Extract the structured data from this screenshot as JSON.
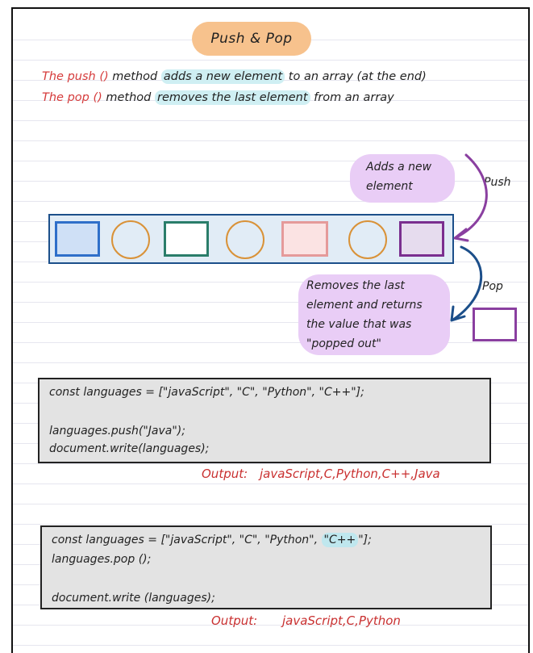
{
  "title": "Push & Pop",
  "definitions": {
    "push": {
      "name": "The push ()",
      "pre": "method",
      "highlight": "adds a new element",
      "post": "to an array (at the end)"
    },
    "pop": {
      "name": "The pop ()",
      "pre": "method",
      "highlight": "removes the last element",
      "post": "from an array"
    }
  },
  "diagram": {
    "push_note": [
      "Adds a new",
      "element"
    ],
    "push_label": "Push",
    "pop_note": [
      "Removes the last",
      "element and returns",
      "the value that was",
      "\"popped out\""
    ],
    "pop_label": "Pop",
    "elements": [
      {
        "shape": "square",
        "color": "#2f6fc9",
        "fill": "#cfe0f6"
      },
      {
        "shape": "circle",
        "color": "#d99238"
      },
      {
        "shape": "square",
        "color": "#2a7d6a",
        "fill": "#ffffff"
      },
      {
        "shape": "circle",
        "color": "#d99238"
      },
      {
        "shape": "square",
        "color": "#e59a9a",
        "fill": "#fbe3e3"
      },
      {
        "shape": "circle",
        "color": "#d99238"
      },
      {
        "shape": "square",
        "color": "#7a2f8f",
        "fill": "#e6dcee"
      }
    ],
    "popped_color": "#8a3fa0",
    "push_arrow_color": "#8a3fa0",
    "pop_arrow_color": "#1c4f8a"
  },
  "example1": {
    "lines": [
      "const languages = [\"javaScript\", \"C\", \"Python\", \"C++\"];",
      "languages.push(\"Java\");",
      "document.write(languages);"
    ],
    "output_label": "Output:",
    "output_value": "javaScript,C,Python,C++,Java"
  },
  "example2": {
    "line1_before": "const languages = [\"javaScript\", \"C\", \"Python\",",
    "line1_highlight": "\"C++",
    "line1_after": "\"];",
    "lines": [
      "languages.pop ();",
      "document.write (languages);"
    ],
    "output_label": "Output:",
    "output_value": "javaScript,C,Python"
  }
}
